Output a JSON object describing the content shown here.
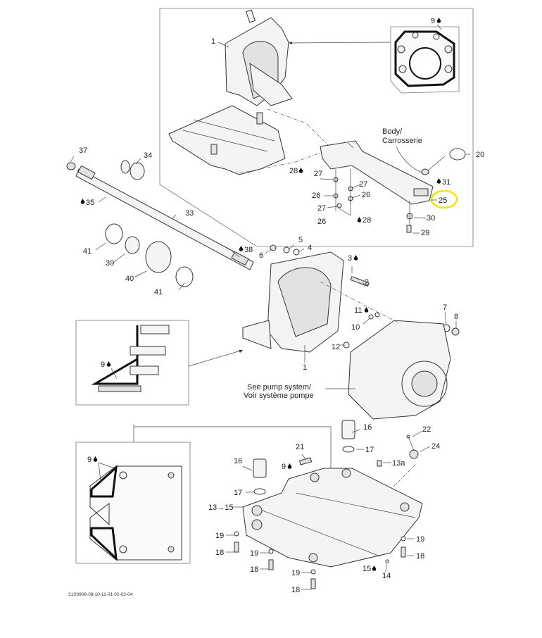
{
  "diagram": {
    "title_code": "21S0908-09-10-11-01-02-03-04",
    "highlighted_part": "25",
    "highlight_color": "#f2e400",
    "notes": {
      "body": "Body/",
      "body_fr": "Carrosserie",
      "pump": "See pump system/",
      "pump_fr": "Voir système pompe"
    },
    "drop_icon": "oil-drop-icon",
    "labels": {
      "p1a": "1",
      "p1b": "1",
      "p2": "2",
      "p3": "3",
      "p4": "4",
      "p5": "5",
      "p6": "6",
      "p7": "7",
      "p8": "8",
      "p9a": "9",
      "p9b": "9",
      "p9c": "9",
      "p9d": "9",
      "p10": "10",
      "p11": "11",
      "p12": "12",
      "p13a": "13a",
      "p13to15": "13→15",
      "p14": "14",
      "p15": "15",
      "p16a": "16",
      "p16b": "16",
      "p17a": "17",
      "p17b": "17",
      "p18a": "18",
      "p18b": "18",
      "p18c": "18",
      "p18d": "18",
      "p19a": "19",
      "p19b": "19",
      "p19c": "19",
      "p19d": "19",
      "p20": "20",
      "p21": "21",
      "p22": "22",
      "p24": "24",
      "p25": "25",
      "p26a": "26",
      "p26b": "26",
      "p26c": "26",
      "p27a": "27",
      "p27b": "27",
      "p27c": "27",
      "p28a": "28",
      "p28b": "28",
      "p29": "29",
      "p30": "30",
      "p31": "31",
      "p33": "33",
      "p34": "34",
      "p35": "35",
      "p37": "37",
      "p38": "38",
      "p39": "39",
      "p40": "40",
      "p41a": "41",
      "p41b": "41"
    }
  }
}
